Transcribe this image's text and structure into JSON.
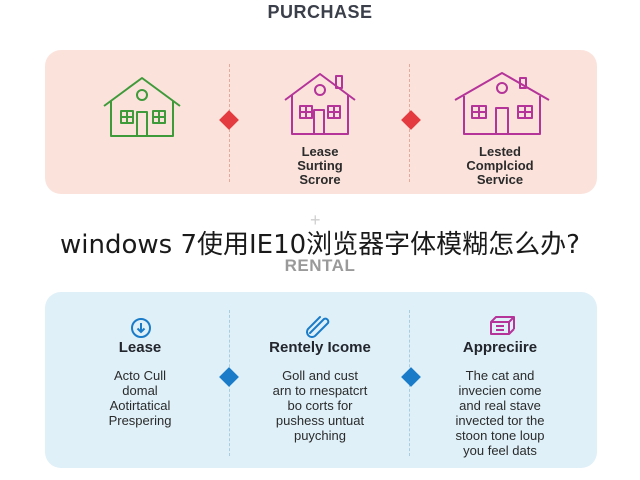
{
  "purchase": {
    "title": "PURCHASE",
    "items": [
      {
        "icon": "house-icon",
        "label": ""
      },
      {
        "icon": "house-icon",
        "label": "Lease\nSurting\nScrore"
      },
      {
        "icon": "house-icon",
        "label": "Lested\nComplciod\nService"
      }
    ]
  },
  "overlay": {
    "caption": "windows 7使用IE10浏览器字体模糊怎么办?"
  },
  "rental": {
    "title": "RENTAL",
    "items": [
      {
        "icon": "download-circle-icon",
        "heading": "Lease",
        "body": "Acto Cull\ndomal\nAotirtatical\nPrespering"
      },
      {
        "icon": "paperclip-icon",
        "heading": "Rentely Icome",
        "body": "Goll and cust\narn to rnespatcrt\nbo corts for\npushess untuat\npuyching"
      },
      {
        "icon": "box-icon",
        "heading": "Appreciire",
        "body": "The cat and\ninvecien come\nand real stave\ninvected tor the\nstoon tone loup\nyou feel dats"
      }
    ]
  },
  "colors": {
    "purchase_panel": "#fbe3dc",
    "rental_panel": "#dff0f8",
    "house_green": "#3f9a3a",
    "house_magenta": "#b5349a",
    "diamond_red": "#e33b40",
    "diamond_blue": "#1a7cc9"
  }
}
